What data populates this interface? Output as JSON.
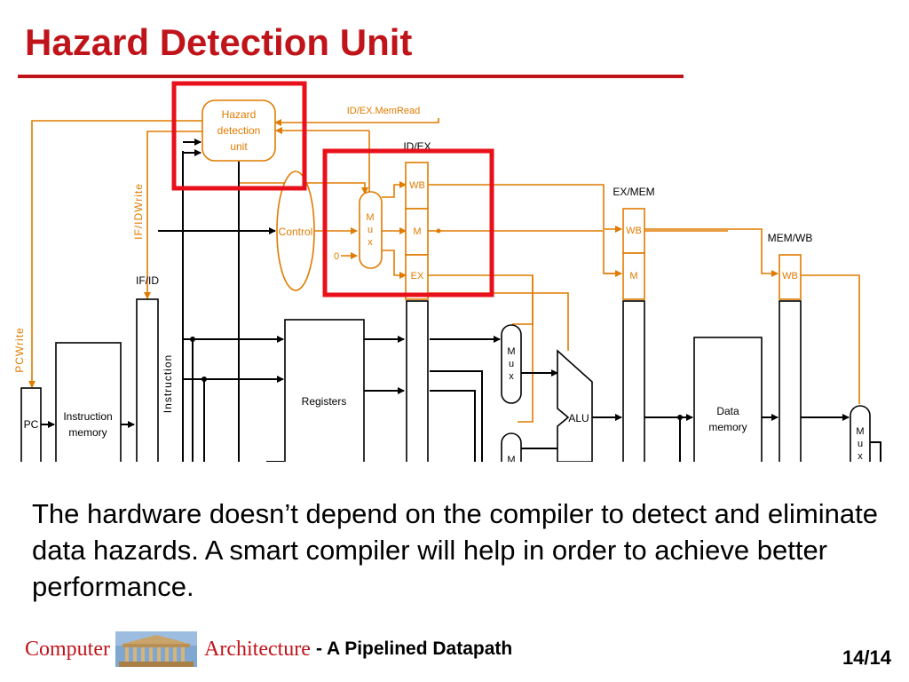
{
  "slide": {
    "title": "Hazard Detection Unit",
    "body": "The hardware doesn’t depend on the compiler to detect and eliminate data hazards. A smart compiler will help in order to achieve better performance.",
    "footer": {
      "word1": "Computer",
      "word2": "Architecture",
      "subtitle": "- A Pipelined Datapath",
      "image": "parthenon-thumbnail"
    },
    "page": "14/14"
  },
  "diagram": {
    "hazard_unit": [
      "Hazard",
      "detection",
      "unit"
    ],
    "signals": {
      "memread": "ID/EX.MemRead",
      "ifidwrite": "IF/IDWrite",
      "pcwrite": "PCWrite",
      "zero": "0"
    },
    "registers": {
      "idex": "ID/EX",
      "exmem": "EX/MEM",
      "memwb": "MEM/WB",
      "ifid": "IF/ID"
    },
    "fields": {
      "wb": "WB",
      "m": "M",
      "ex": "EX"
    },
    "blocks": {
      "control": "Control",
      "pc": "PC",
      "imem": [
        "Instruction",
        "memory"
      ],
      "instruction": "Instruction",
      "registers": "Registers",
      "alu": "ALU",
      "dmem": [
        "Data",
        "memory"
      ],
      "mux": [
        "M",
        "u",
        "x"
      ]
    },
    "colors": {
      "control_path": "#e07b00",
      "highlight": "#e8101a",
      "datapath": "#000000"
    }
  }
}
